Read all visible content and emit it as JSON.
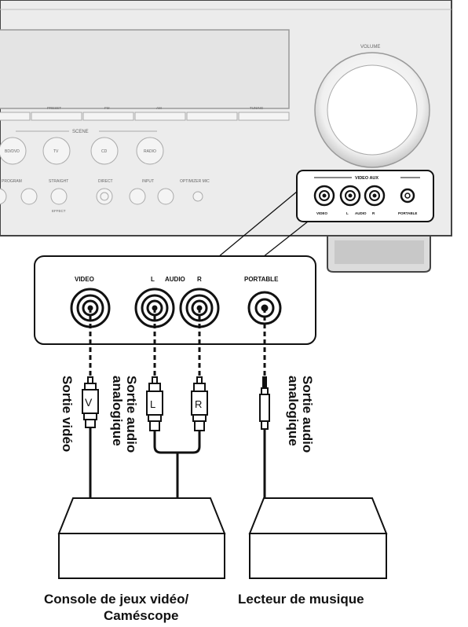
{
  "receiver": {
    "volume_label": "VOLUME",
    "display_labels": [
      "PRESET",
      "FM",
      "AM",
      "TUNING"
    ],
    "scene_label": "SCENE",
    "scene_buttons": [
      "BD/DVD",
      "TV",
      "CD",
      "RADIO"
    ],
    "program_label": "PROGRAM",
    "straight_label": "STRAIGHT",
    "effect_label": "EFFECT",
    "direct_label": "DIRECT",
    "input_label": "INPUT",
    "optimizer_label": "OPTIMIZER MIC",
    "aux_title": "VIDEO AUX",
    "aux_video": "VIDEO",
    "aux_l": "L",
    "aux_audio": "AUDIO",
    "aux_r": "R",
    "aux_portable": "PORTABLE"
  },
  "panel": {
    "video": "VIDEO",
    "l": "L",
    "audio": "AUDIO",
    "r": "R",
    "portable": "PORTABLE"
  },
  "plugs": {
    "video_letter": "V",
    "left_letter": "L",
    "right_letter": "R"
  },
  "cable_labels": {
    "video_out": "Sortie vidéo",
    "audio_out_line1": "Sortie audio",
    "audio_out_line2": "analogique",
    "portable_line1": "Sortie audio",
    "portable_line2": "analogique"
  },
  "devices": {
    "left_line1": "Console de jeux vidéo/",
    "left_line2": "Caméscope",
    "right": "Lecteur de musique"
  }
}
